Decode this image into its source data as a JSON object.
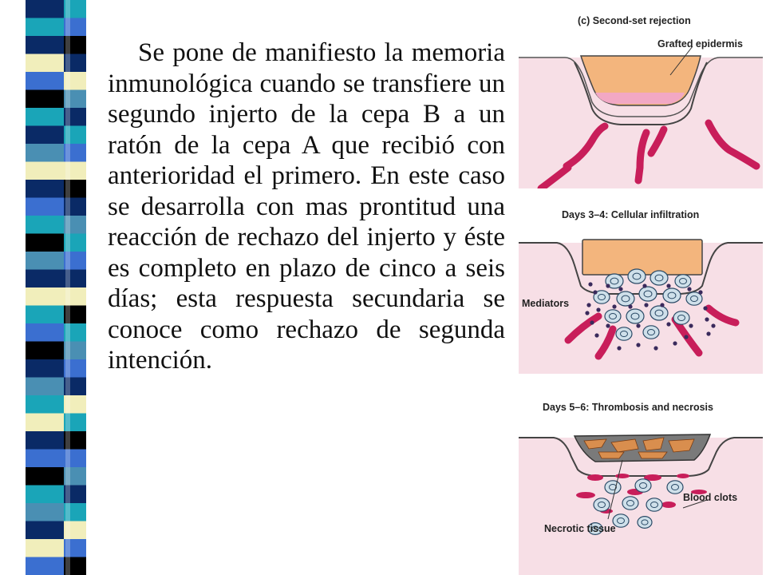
{
  "slide": {
    "text": "Se pone de manifiesto la memoria inmunológica cuando se transfiere un segundo injerto de la cepa B a un ratón de la cepa A que recibió con anterioridad el primero. En este caso se desarrolla con mas prontitud una reacción de rechazo del injerto y éste es completo en plazo de cinco a seis días; esta respuesta secundaria se conoce como rechazo de segunda intención."
  },
  "figure": {
    "panel1": {
      "title": "(c) Second-set rejection",
      "label": "Grafted epidermis"
    },
    "panel2": {
      "title": "Days 3–4: Cellular infiltration",
      "label": "Mediators"
    },
    "panel3": {
      "title": "Days 5–6: Thrombosis and necrosis",
      "labels": [
        "Blood clots",
        "Necrotic tissue"
      ]
    }
  },
  "colors": {
    "skin": "#f7dfe6",
    "graft": "#f3b57d",
    "vessel": "#c81e5a",
    "cell": "#cfe0ea",
    "stripe_dark": "#0a2a66",
    "stripe_teal": "#1aa5b8",
    "stripe_cream": "#f1eebb",
    "stripe_blue": "#3b6fd0"
  }
}
